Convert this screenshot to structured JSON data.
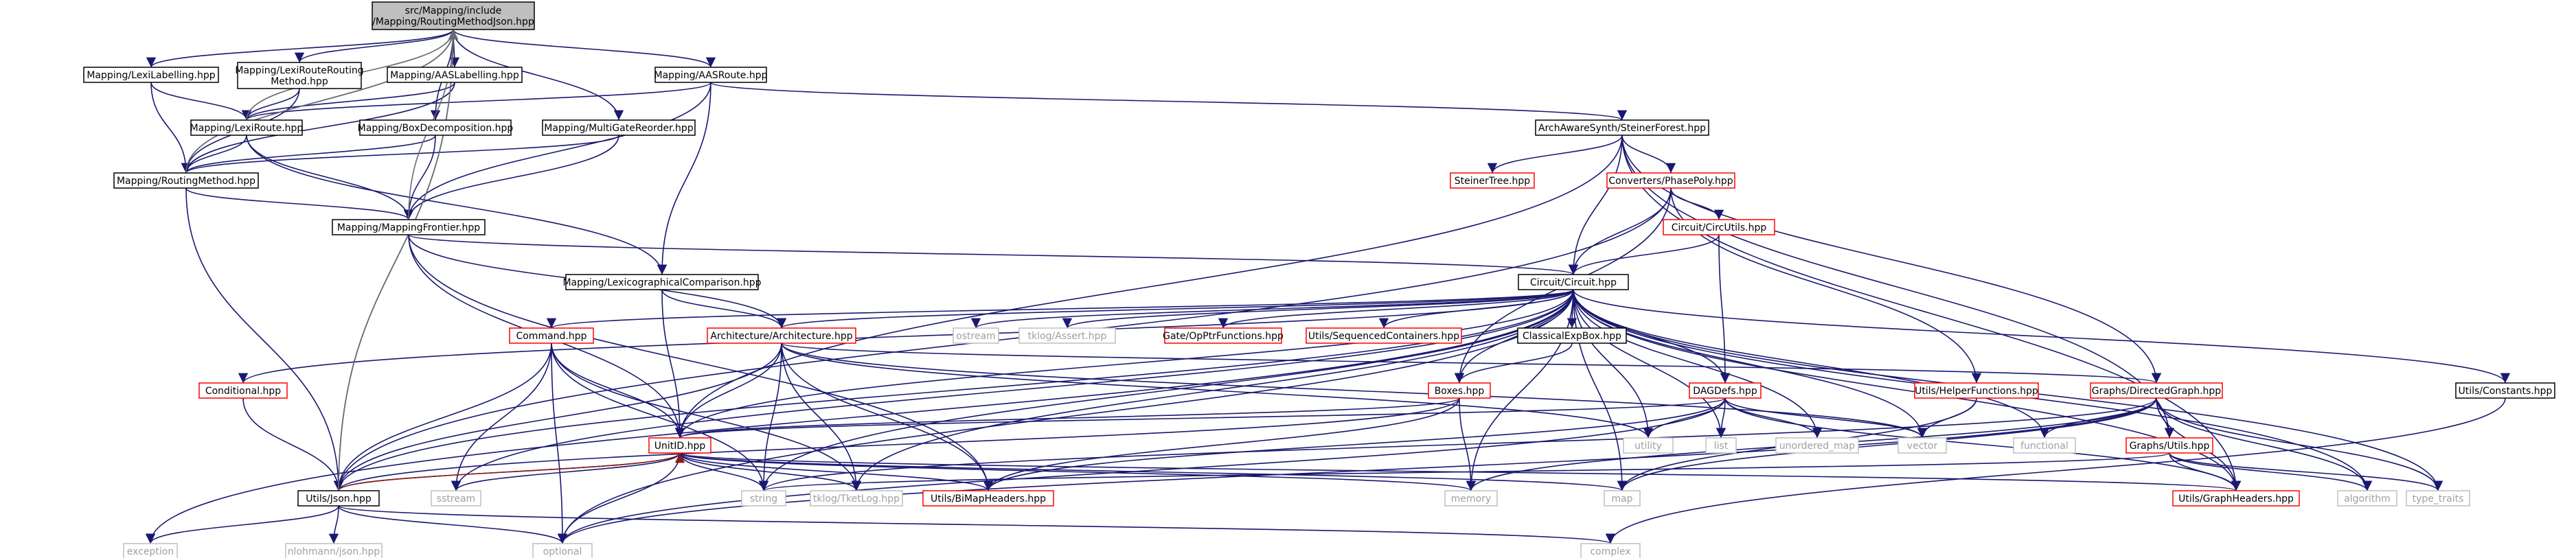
{
  "colors": {
    "edge_blue": "#191970",
    "edge_gray": "#6b6b6b",
    "edge_red": "#8b1a1a",
    "edge_green": "#006400",
    "node_focus_fill": "#bfbfbf",
    "node_red_border": "#ff0000",
    "node_gray_border": "#bfbfbf"
  },
  "nodes": [
    {
      "id": "root",
      "lines": [
        "src/Mapping/include",
        "/Mapping/RoutingMethodJson.hpp"
      ],
      "kind": "focus"
    },
    {
      "id": "lexilab",
      "lines": [
        "Mapping/LexiLabelling.hpp"
      ],
      "kind": "normal"
    },
    {
      "id": "lexirrm",
      "lines": [
        "Mapping/LexiRouteRouting",
        "Method.hpp"
      ],
      "kind": "normal"
    },
    {
      "id": "aaslab",
      "lines": [
        "Mapping/AASLabelling.hpp"
      ],
      "kind": "normal"
    },
    {
      "id": "aasroute",
      "lines": [
        "Mapping/AASRoute.hpp"
      ],
      "kind": "normal"
    },
    {
      "id": "lexiroute",
      "lines": [
        "Mapping/LexiRoute.hpp"
      ],
      "kind": "normal"
    },
    {
      "id": "boxdec",
      "lines": [
        "Mapping/BoxDecomposition.hpp"
      ],
      "kind": "normal"
    },
    {
      "id": "multigate",
      "lines": [
        "Mapping/MultiGateReorder.hpp"
      ],
      "kind": "normal"
    },
    {
      "id": "routingmethod",
      "lines": [
        "Mapping/RoutingMethod.hpp"
      ],
      "kind": "normal"
    },
    {
      "id": "mappingfrontier",
      "lines": [
        "Mapping/MappingFrontier.hpp"
      ],
      "kind": "normal"
    },
    {
      "id": "lexcomp",
      "lines": [
        "Mapping/LexicographicalComparison.hpp"
      ],
      "kind": "normal"
    },
    {
      "id": "steinerforest",
      "lines": [
        "ArchAwareSynth/SteinerForest.hpp"
      ],
      "kind": "normal"
    },
    {
      "id": "steinertree",
      "lines": [
        "SteinerTree.hpp"
      ],
      "kind": "red"
    },
    {
      "id": "phasepoly",
      "lines": [
        "Converters/PhasePoly.hpp"
      ],
      "kind": "red"
    },
    {
      "id": "circutils",
      "lines": [
        "Circuit/CircUtils.hpp"
      ],
      "kind": "red"
    },
    {
      "id": "circuit",
      "lines": [
        "Circuit/Circuit.hpp"
      ],
      "kind": "normal"
    },
    {
      "id": "command",
      "lines": [
        "Command.hpp"
      ],
      "kind": "red"
    },
    {
      "id": "conditional",
      "lines": [
        "Conditional.hpp"
      ],
      "kind": "red"
    },
    {
      "id": "architecture",
      "lines": [
        "Architecture/Architecture.hpp"
      ],
      "kind": "red"
    },
    {
      "id": "ostream",
      "lines": [
        "ostream"
      ],
      "kind": "gray"
    },
    {
      "id": "tklogassert",
      "lines": [
        "tklog/Assert.hpp"
      ],
      "kind": "gray"
    },
    {
      "id": "gateop",
      "lines": [
        "Gate/OpPtrFunctions.hpp"
      ],
      "kind": "red"
    },
    {
      "id": "seqcont",
      "lines": [
        "Utils/SequencedContainers.hpp"
      ],
      "kind": "red"
    },
    {
      "id": "classicalexp",
      "lines": [
        "ClassicalExpBox.hpp"
      ],
      "kind": "normal"
    },
    {
      "id": "boxes",
      "lines": [
        "Boxes.hpp"
      ],
      "kind": "red"
    },
    {
      "id": "dagdefs",
      "lines": [
        "DAGDefs.hpp"
      ],
      "kind": "red"
    },
    {
      "id": "helperfunctions",
      "lines": [
        "Utils/HelperFunctions.hpp"
      ],
      "kind": "red"
    },
    {
      "id": "directedgraph",
      "lines": [
        "Graphs/DirectedGraph.hpp"
      ],
      "kind": "red"
    },
    {
      "id": "constants",
      "lines": [
        "Utils/Constants.hpp"
      ],
      "kind": "normal"
    },
    {
      "id": "graphutils",
      "lines": [
        "Graphs/Utils.hpp"
      ],
      "kind": "red"
    },
    {
      "id": "unitid",
      "lines": [
        "UnitID.hpp"
      ],
      "kind": "red"
    },
    {
      "id": "utilsjson",
      "lines": [
        "Utils/Json.hpp"
      ],
      "kind": "normal"
    },
    {
      "id": "exception",
      "lines": [
        "exception"
      ],
      "kind": "gray"
    },
    {
      "id": "nlohmann",
      "lines": [
        "nlohmann/json.hpp"
      ],
      "kind": "gray"
    },
    {
      "id": "optional",
      "lines": [
        "optional"
      ],
      "kind": "gray"
    },
    {
      "id": "complex",
      "lines": [
        "complex"
      ],
      "kind": "gray"
    },
    {
      "id": "sstream",
      "lines": [
        "sstream"
      ],
      "kind": "gray"
    },
    {
      "id": "string",
      "lines": [
        "string"
      ],
      "kind": "gray"
    },
    {
      "id": "tketlog",
      "lines": [
        "tklog/TketLog.hpp"
      ],
      "kind": "gray"
    },
    {
      "id": "bimap",
      "lines": [
        "Utils/BiMapHeaders.hpp"
      ],
      "kind": "red"
    },
    {
      "id": "memory",
      "lines": [
        "memory"
      ],
      "kind": "gray"
    },
    {
      "id": "utility",
      "lines": [
        "utility"
      ],
      "kind": "gray"
    },
    {
      "id": "list",
      "lines": [
        "list"
      ],
      "kind": "gray"
    },
    {
      "id": "unordered_map",
      "lines": [
        "unordered_map"
      ],
      "kind": "gray"
    },
    {
      "id": "vector",
      "lines": [
        "vector"
      ],
      "kind": "gray"
    },
    {
      "id": "map",
      "lines": [
        "map"
      ],
      "kind": "gray"
    },
    {
      "id": "functional",
      "lines": [
        "functional"
      ],
      "kind": "gray"
    },
    {
      "id": "graphheaders",
      "lines": [
        "Utils/GraphHeaders.hpp"
      ],
      "kind": "red"
    },
    {
      "id": "algorithm",
      "lines": [
        "algorithm"
      ],
      "kind": "gray"
    },
    {
      "id": "type_traits",
      "lines": [
        "type_traits"
      ],
      "kind": "gray"
    }
  ],
  "edges": [
    [
      "root",
      "lexilab",
      "blue"
    ],
    [
      "root",
      "lexirrm",
      "blue"
    ],
    [
      "root",
      "aaslab",
      "blue"
    ],
    [
      "root",
      "aasroute",
      "blue"
    ],
    [
      "root",
      "boxdec",
      "blue"
    ],
    [
      "root",
      "multigate",
      "blue"
    ],
    [
      "root",
      "routingmethod",
      "blue"
    ],
    [
      "root",
      "utilsjson",
      "blue"
    ],
    [
      "lexilab",
      "lexiroute",
      "blue"
    ],
    [
      "lexilab",
      "routingmethod",
      "blue"
    ],
    [
      "lexirrm",
      "lexiroute",
      "blue"
    ],
    [
      "lexirrm",
      "routingmethod",
      "blue"
    ],
    [
      "aaslab",
      "lexiroute",
      "blue"
    ],
    [
      "aaslab",
      "routingmethod",
      "blue"
    ],
    [
      "aasroute",
      "lexiroute",
      "blue"
    ],
    [
      "aasroute",
      "mappingfrontier",
      "blue"
    ],
    [
      "aasroute",
      "lexcomp",
      "blue"
    ],
    [
      "aasroute",
      "steinerforest",
      "blue"
    ],
    [
      "lexiroute",
      "routingmethod",
      "blue"
    ],
    [
      "lexiroute",
      "mappingfrontier",
      "blue"
    ],
    [
      "lexiroute",
      "lexcomp",
      "blue"
    ],
    [
      "boxdec",
      "routingmethod",
      "blue"
    ],
    [
      "boxdec",
      "mappingfrontier",
      "blue"
    ],
    [
      "multigate",
      "routingmethod",
      "blue"
    ],
    [
      "multigate",
      "mappingfrontier",
      "blue"
    ],
    [
      "routingmethod",
      "mappingfrontier",
      "blue"
    ],
    [
      "routingmethod",
      "utilsjson",
      "blue"
    ],
    [
      "mappingfrontier",
      "circuit",
      "blue"
    ],
    [
      "mappingfrontier",
      "architecture",
      "blue"
    ],
    [
      "mappingfrontier",
      "unitid",
      "blue"
    ],
    [
      "mappingfrontier",
      "bimap",
      "blue"
    ],
    [
      "lexcomp",
      "architecture",
      "blue"
    ],
    [
      "lexcomp",
      "unitid",
      "blue"
    ],
    [
      "steinerforest",
      "steinertree",
      "blue"
    ],
    [
      "steinerforest",
      "phasepoly",
      "blue"
    ],
    [
      "steinerforest",
      "circuit",
      "blue"
    ],
    [
      "steinerforest",
      "unitid",
      "blue"
    ],
    [
      "steinerforest",
      "directedgraph",
      "blue"
    ],
    [
      "steinerforest",
      "graphutils",
      "blue"
    ],
    [
      "steinerforest",
      "graphheaders",
      "blue"
    ],
    [
      "phasepoly",
      "circutils",
      "blue"
    ],
    [
      "phasepoly",
      "circuit",
      "blue"
    ],
    [
      "phasepoly",
      "boxes",
      "blue"
    ],
    [
      "phasepoly",
      "helperfunctions",
      "blue"
    ],
    [
      "phasepoly",
      "utilsjson",
      "blue"
    ],
    [
      "circutils",
      "circuit",
      "blue"
    ],
    [
      "circutils",
      "dagdefs",
      "blue"
    ],
    [
      "circuit",
      "command",
      "blue"
    ],
    [
      "circuit",
      "conditional",
      "blue"
    ],
    [
      "circuit",
      "architecture",
      "blue"
    ],
    [
      "circuit",
      "ostream",
      "blue"
    ],
    [
      "circuit",
      "tklogassert",
      "blue"
    ],
    [
      "circuit",
      "gateop",
      "blue"
    ],
    [
      "circuit",
      "seqcont",
      "blue"
    ],
    [
      "circuit",
      "classicalexp",
      "blue"
    ],
    [
      "circuit",
      "boxes",
      "blue"
    ],
    [
      "circuit",
      "dagdefs",
      "blue"
    ],
    [
      "circuit",
      "constants",
      "blue"
    ],
    [
      "circuit",
      "unitid",
      "blue"
    ],
    [
      "circuit",
      "utilsjson",
      "blue"
    ],
    [
      "circuit",
      "exception",
      "blue"
    ],
    [
      "circuit",
      "optional",
      "blue"
    ],
    [
      "circuit",
      "sstream",
      "blue"
    ],
    [
      "circuit",
      "string",
      "blue"
    ],
    [
      "circuit",
      "tketlog",
      "blue"
    ],
    [
      "circuit",
      "memory",
      "blue"
    ],
    [
      "circuit",
      "utility",
      "blue"
    ],
    [
      "circuit",
      "list",
      "blue"
    ],
    [
      "circuit",
      "unordered_map",
      "blue"
    ],
    [
      "circuit",
      "vector",
      "blue"
    ],
    [
      "circuit",
      "map",
      "blue"
    ],
    [
      "circuit",
      "functional",
      "blue"
    ],
    [
      "circuit",
      "graphheaders",
      "blue"
    ],
    [
      "circuit",
      "algorithm",
      "blue"
    ],
    [
      "circuit",
      "type_traits",
      "blue"
    ],
    [
      "command",
      "unitid",
      "blue"
    ],
    [
      "command",
      "utilsjson",
      "blue"
    ],
    [
      "command",
      "optional",
      "blue"
    ],
    [
      "command",
      "sstream",
      "blue"
    ],
    [
      "command",
      "string",
      "blue"
    ],
    [
      "command",
      "tketlog",
      "blue"
    ],
    [
      "conditional",
      "utilsjson",
      "blue"
    ],
    [
      "architecture",
      "unitid",
      "blue"
    ],
    [
      "architecture",
      "utilsjson",
      "blue"
    ],
    [
      "architecture",
      "string",
      "blue"
    ],
    [
      "architecture",
      "tketlog",
      "blue"
    ],
    [
      "architecture",
      "bimap",
      "blue"
    ],
    [
      "architecture",
      "directedgraph",
      "blue"
    ],
    [
      "architecture",
      "utility",
      "blue"
    ],
    [
      "architecture",
      "vector",
      "blue"
    ],
    [
      "classicalexp",
      "boxes",
      "blue"
    ],
    [
      "boxes",
      "unitid",
      "blue"
    ],
    [
      "boxes",
      "utilsjson",
      "blue"
    ],
    [
      "boxes",
      "memory",
      "blue"
    ],
    [
      "boxes",
      "bimap",
      "blue"
    ],
    [
      "dagdefs",
      "unitid",
      "blue"
    ],
    [
      "dagdefs",
      "optional",
      "blue"
    ],
    [
      "dagdefs",
      "bimap",
      "blue"
    ],
    [
      "dagdefs",
      "utility",
      "blue"
    ],
    [
      "dagdefs",
      "list",
      "blue"
    ],
    [
      "dagdefs",
      "unordered_map",
      "blue"
    ],
    [
      "dagdefs",
      "vector",
      "blue"
    ],
    [
      "dagdefs",
      "graphheaders",
      "blue"
    ],
    [
      "helperfunctions",
      "vector",
      "blue"
    ],
    [
      "helperfunctions",
      "map",
      "blue"
    ],
    [
      "directedgraph",
      "graphutils",
      "blue"
    ],
    [
      "directedgraph",
      "graphheaders",
      "blue"
    ],
    [
      "directedgraph",
      "optional",
      "blue"
    ],
    [
      "directedgraph",
      "memory",
      "blue"
    ],
    [
      "directedgraph",
      "map",
      "blue"
    ],
    [
      "directedgraph",
      "functional",
      "blue"
    ],
    [
      "directedgraph",
      "algorithm",
      "blue"
    ],
    [
      "directedgraph",
      "type_traits",
      "blue"
    ],
    [
      "directedgraph",
      "string",
      "blue"
    ],
    [
      "graphutils",
      "graphheaders",
      "blue"
    ],
    [
      "graphutils",
      "algorithm",
      "blue"
    ],
    [
      "graphutils",
      "type_traits",
      "blue"
    ],
    [
      "graphutils",
      "string",
      "blue"
    ],
    [
      "constants",
      "complex",
      "blue"
    ],
    [
      "unitid",
      "utilsjson",
      "blue"
    ],
    [
      "unitid",
      "optional",
      "blue"
    ],
    [
      "unitid",
      "sstream",
      "blue"
    ],
    [
      "unitid",
      "string",
      "blue"
    ],
    [
      "unitid",
      "tketlog",
      "blue"
    ],
    [
      "unitid",
      "bimap",
      "blue"
    ],
    [
      "unitid",
      "memory",
      "blue"
    ],
    [
      "unitid",
      "map",
      "blue"
    ],
    [
      "unitid",
      "graphheaders",
      "blue"
    ],
    [
      "utilsjson",
      "exception",
      "blue"
    ],
    [
      "utilsjson",
      "nlohmann",
      "blue"
    ],
    [
      "utilsjson",
      "optional",
      "blue"
    ],
    [
      "utilsjson",
      "complex",
      "blue"
    ],
    [
      "utilsjson",
      "unitid",
      "red"
    ],
    [
      "utilsjson",
      "root",
      "gray"
    ],
    [
      "routingmethod",
      "root",
      "gray"
    ],
    [
      "lexiroute",
      "root",
      "gray"
    ],
    [
      "mappingfrontier",
      "root",
      "gray"
    ]
  ]
}
